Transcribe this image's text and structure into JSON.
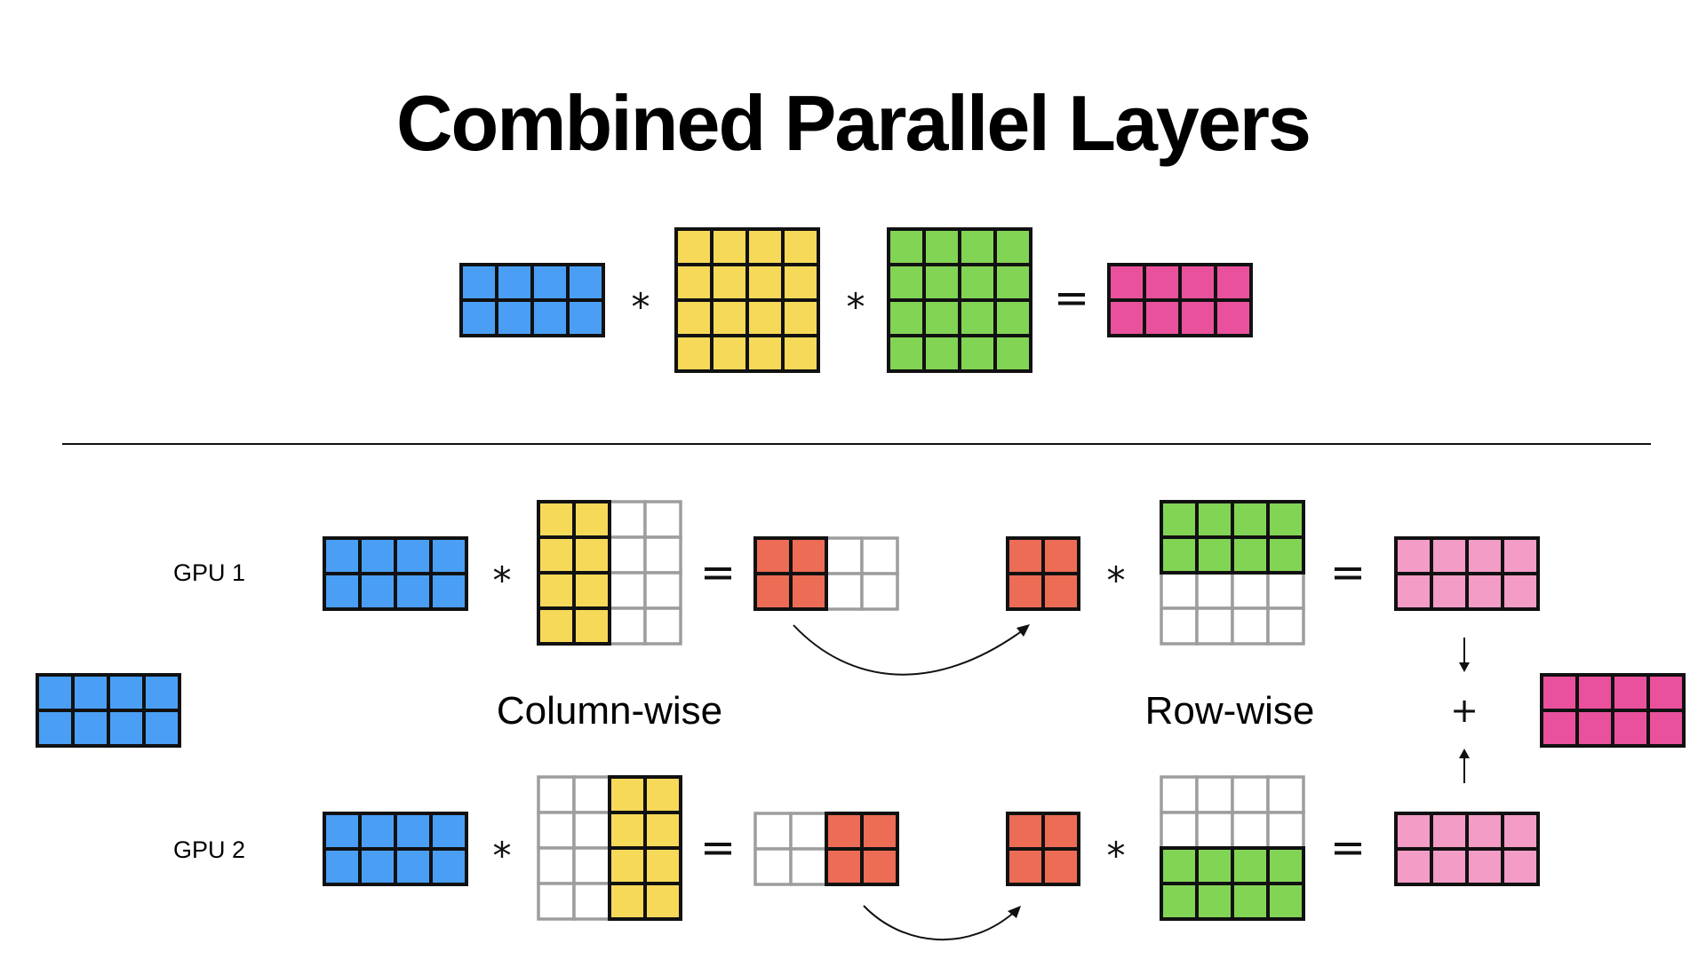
{
  "title": "Combined Parallel Layers",
  "labels": {
    "gpu1": "GPU 1",
    "gpu2": "GPU 2",
    "column_wise": "Column-wise",
    "row_wise": "Row-wise"
  },
  "operators": {
    "multiply": "*",
    "equals": "=",
    "plus": "+"
  },
  "colors": {
    "input_blue": "#4a9ff5",
    "weight_yellow": "#f7d95a",
    "weight_green": "#82d455",
    "output_magenta": "#ea519d",
    "intermediate_orange": "#ec6c55",
    "partial_pink": "#f29cc6",
    "empty_gray": "#9d9d9d"
  },
  "matrices": {
    "input": {
      "rows": 2,
      "cols": 4
    },
    "weight_a": {
      "rows": 4,
      "cols": 4
    },
    "weight_b": {
      "rows": 4,
      "cols": 4
    },
    "output": {
      "rows": 2,
      "cols": 4
    }
  }
}
